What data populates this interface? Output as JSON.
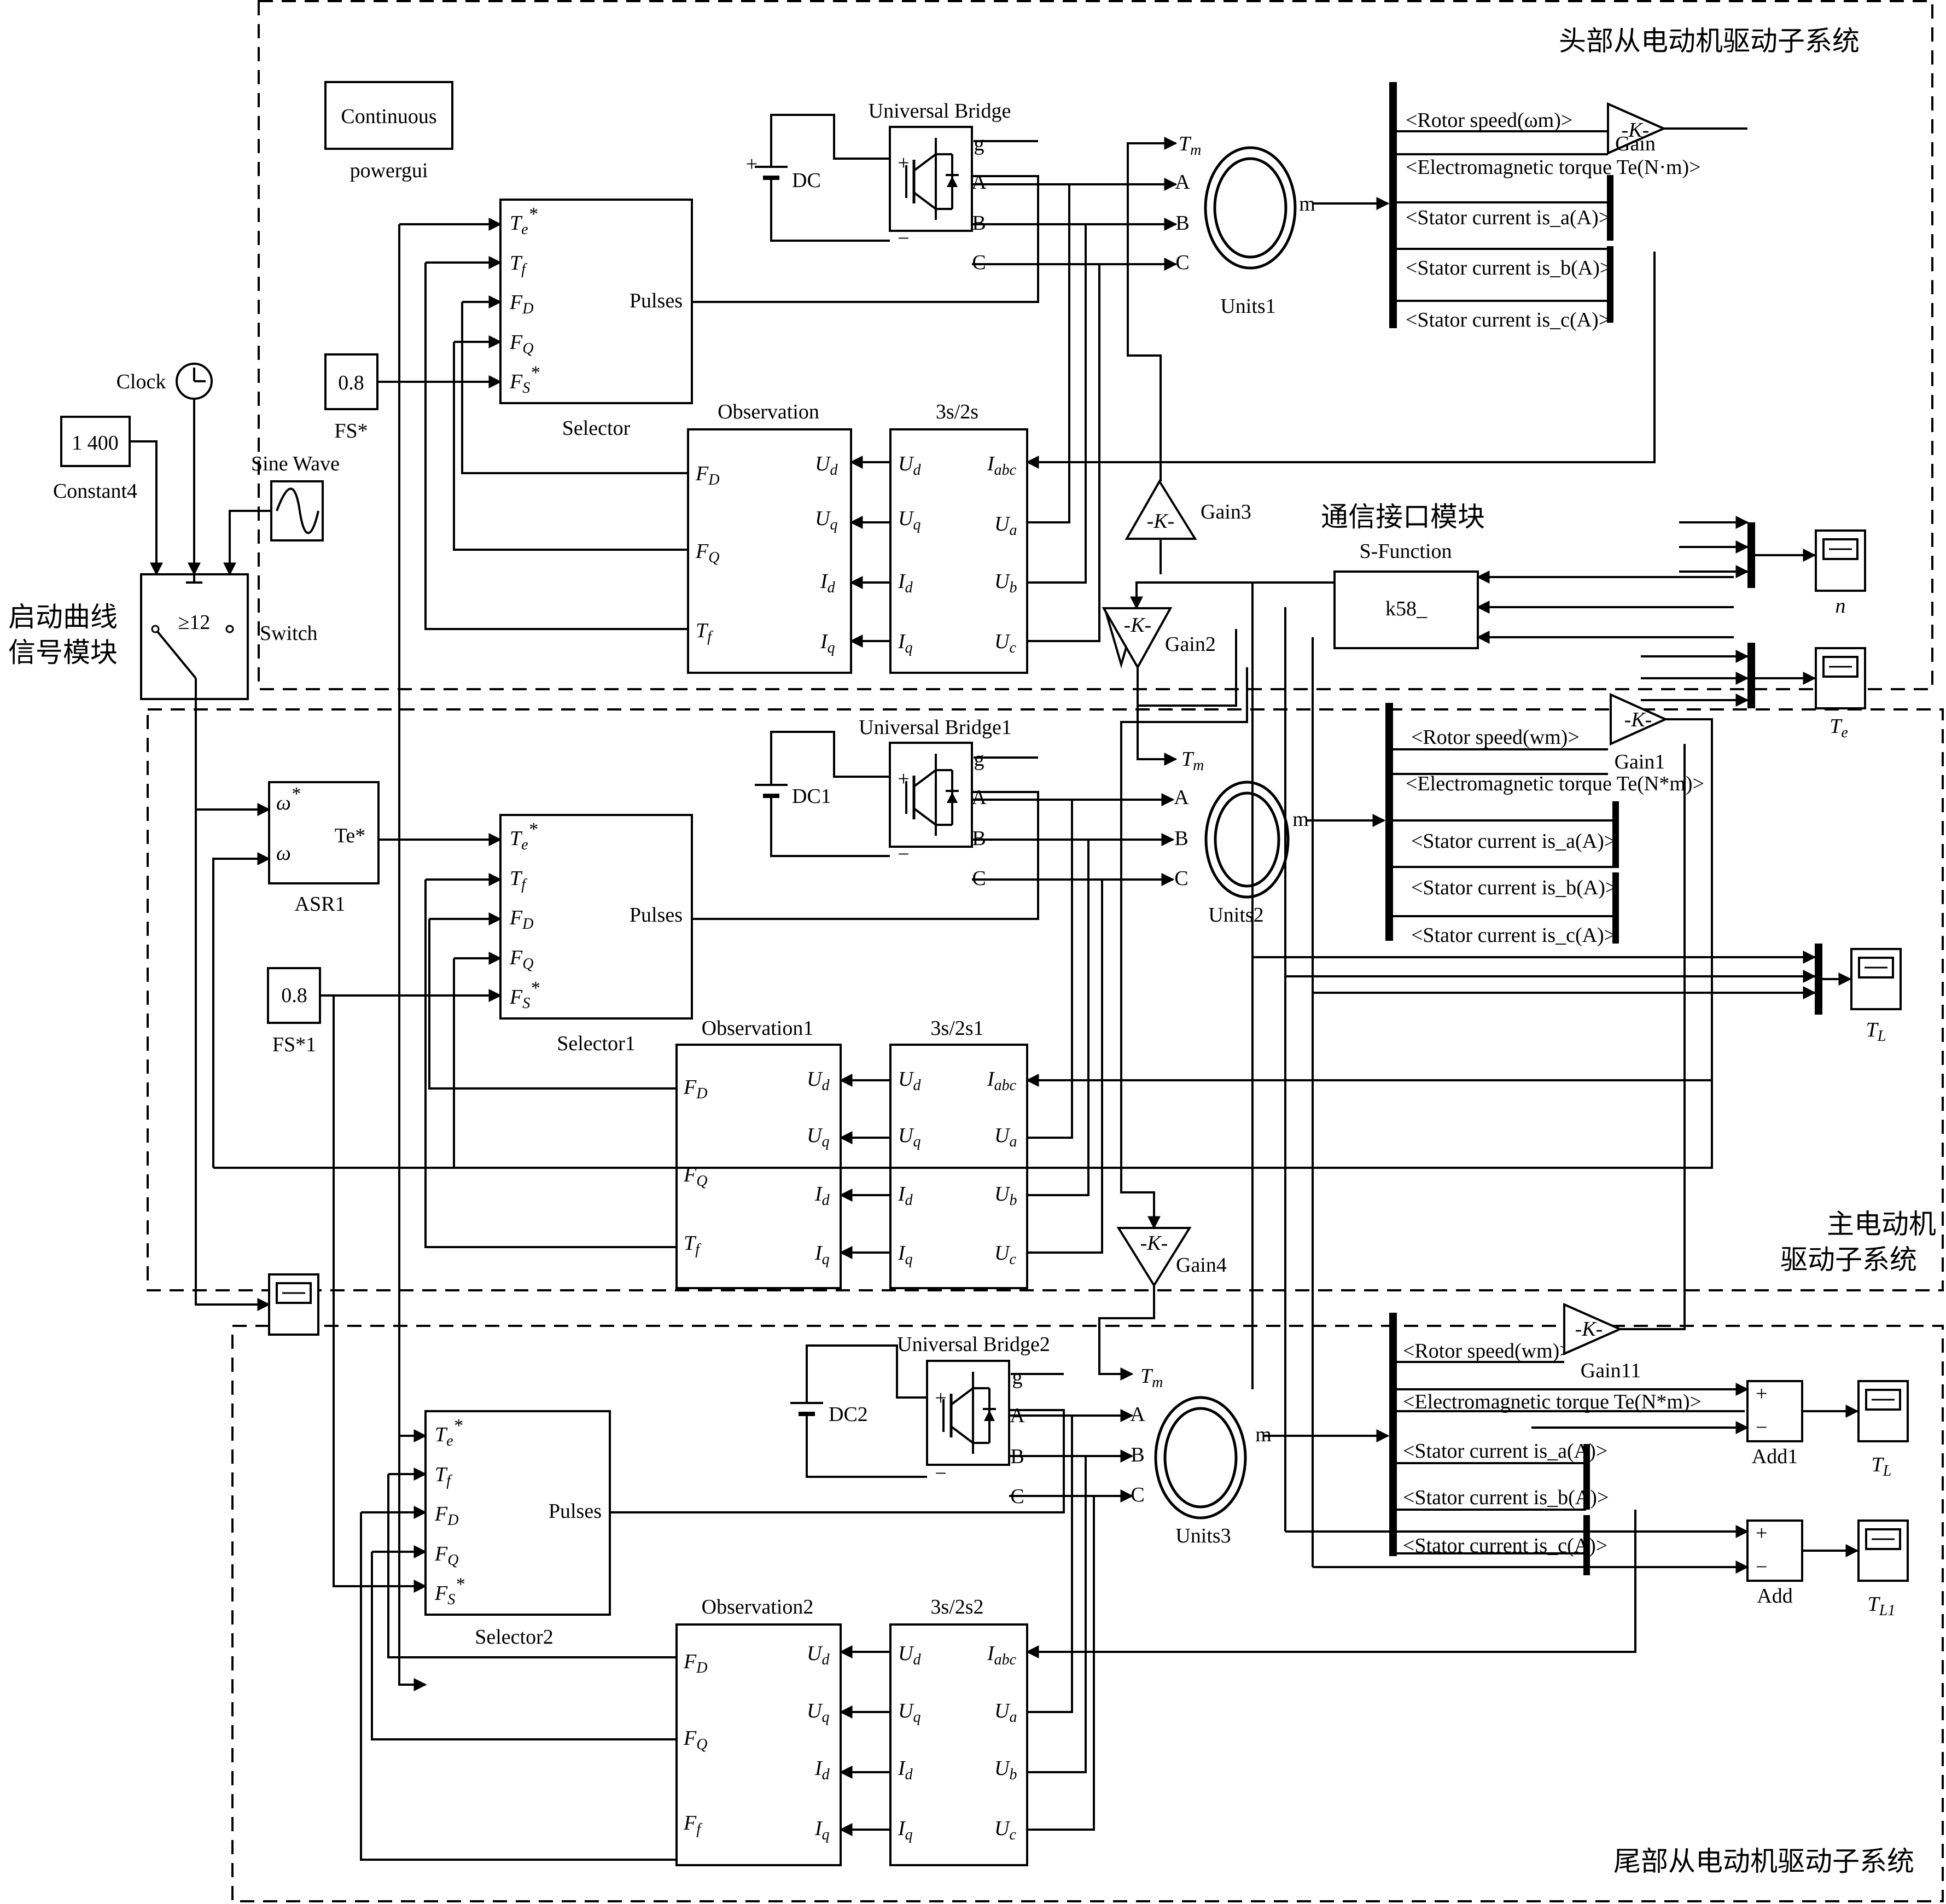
{
  "regions": {
    "head": "头部从电动机驱动子系统",
    "main_line1": "主电动机",
    "main_line2": "驱动子系统",
    "tail": "尾部从电动机驱动子系统",
    "startup_line1": "启动曲线",
    "startup_line2": "信号模块",
    "comm": "通信接口模块"
  },
  "sources": {
    "continuous": "Continuous",
    "powergui": "powergui",
    "clock": "Clock",
    "constant_value": "1 400",
    "constant_name": "Constant4",
    "sine": "Sine Wave",
    "switch_name": "Switch",
    "switch_threshold": "≥12"
  },
  "head": {
    "selector": "Selector",
    "fs_value": "0.8",
    "fs_name": "FS*",
    "observation": "Observation",
    "transform": "3s/2s",
    "bridge": "Universal Bridge",
    "dc": "DC",
    "motor": "Units1",
    "gain": "Gain",
    "gain3": "Gain3",
    "gain2": "Gain2",
    "scope_n": "n",
    "scope_te": "T",
    "scope_te_sub": "e",
    "bus": [
      "<Rotor speed(ωm)>",
      "<Electromagnetic torque Te(N·m)>",
      "<Stator current is_a(A)>",
      "<Stator current is_b(A)>",
      "<Stator current is_c(A)>"
    ]
  },
  "comm": {
    "sfunc_title": "S-Function",
    "sfunc_name": "k58_"
  },
  "main": {
    "asr": "ASR1",
    "asr_out": "Te*",
    "selector": "Selector1",
    "fs_value": "0.8",
    "fs_name": "FS*1",
    "observation": "Observation1",
    "transform": "3s/2s1",
    "bridge": "Universal Bridge1",
    "dc": "DC1",
    "motor": "Units2",
    "gain1": "Gain1",
    "gain4": "Gain4",
    "scope_tl": "T",
    "scope_tl_sub": "L",
    "bus": [
      "<Rotor speed(wm)>",
      "<Electromagnetic torque Te(N*m)>",
      "<Stator current is_a(A)>",
      "<Stator current is_b(A)>",
      "<Stator current is_c(A)>"
    ]
  },
  "tail": {
    "selector": "Selector2",
    "observation": "Observation2",
    "transform": "3s/2s2",
    "bridge": "Universal Bridge2",
    "dc": "DC2",
    "motor": "Units3",
    "gain11": "Gain11",
    "add1": "Add1",
    "add": "Add",
    "scope_tl": "T",
    "scope_tl_sub": "L",
    "scope_tl1": "T",
    "scope_tl1_sub": "L1",
    "bus": [
      "<Rotor speed(wm)>",
      "<Electromagnetic torque Te(N*m)>",
      "<Stator current is_a(A)>",
      "<Stator current is_b(A)>",
      "<Stator current is_c(A)>"
    ]
  },
  "ports": {
    "pulses": "Pulses",
    "gain_k": "-K-",
    "m": "m",
    "tm": "Tm",
    "a": "A",
    "b": "B",
    "c": "C",
    "g": "g",
    "plus": "+",
    "minus": "−"
  }
}
